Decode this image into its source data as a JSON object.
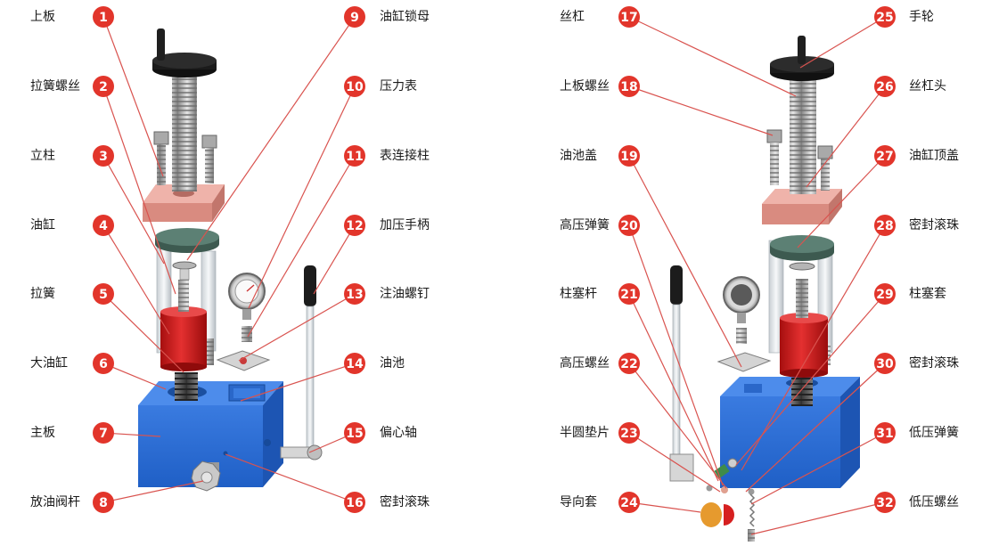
{
  "diagram": {
    "left_parts": [
      {
        "num": "1",
        "label": "上板"
      },
      {
        "num": "2",
        "label": "拉簧螺丝"
      },
      {
        "num": "3",
        "label": "立柱"
      },
      {
        "num": "4",
        "label": "油缸"
      },
      {
        "num": "5",
        "label": "拉簧"
      },
      {
        "num": "6",
        "label": "大油缸"
      },
      {
        "num": "7",
        "label": "主板"
      },
      {
        "num": "8",
        "label": "放油阀杆"
      },
      {
        "num": "9",
        "label": "油缸锁母"
      },
      {
        "num": "10",
        "label": "压力表"
      },
      {
        "num": "11",
        "label": "表连接柱"
      },
      {
        "num": "12",
        "label": "加压手柄"
      },
      {
        "num": "13",
        "label": "注油螺钉"
      },
      {
        "num": "14",
        "label": "油池"
      },
      {
        "num": "15",
        "label": "偏心轴"
      },
      {
        "num": "16",
        "label": "密封滚珠"
      }
    ],
    "right_parts": [
      {
        "num": "17",
        "label": "丝杠"
      },
      {
        "num": "18",
        "label": "上板螺丝"
      },
      {
        "num": "19",
        "label": "油池盖"
      },
      {
        "num": "20",
        "label": "高压弹簧"
      },
      {
        "num": "21",
        "label": "柱塞杆"
      },
      {
        "num": "22",
        "label": "高压螺丝"
      },
      {
        "num": "23",
        "label": "半圆垫片"
      },
      {
        "num": "24",
        "label": "导向套"
      },
      {
        "num": "25",
        "label": "手轮"
      },
      {
        "num": "26",
        "label": "丝杠头"
      },
      {
        "num": "27",
        "label": "油缸顶盖"
      },
      {
        "num": "28",
        "label": "密封滚珠"
      },
      {
        "num": "29",
        "label": "柱塞套"
      },
      {
        "num": "30",
        "label": "密封滚珠"
      },
      {
        "num": "31",
        "label": "低压弹簧"
      },
      {
        "num": "32",
        "label": "低压螺丝"
      }
    ],
    "colors": {
      "marker": "#e2352b",
      "leader": "#d9534f",
      "main_block": "#2f6fd6",
      "cylinder": "#d81f1f",
      "top_plate": "#e8a39a",
      "handle": "#1c1c1c"
    }
  }
}
